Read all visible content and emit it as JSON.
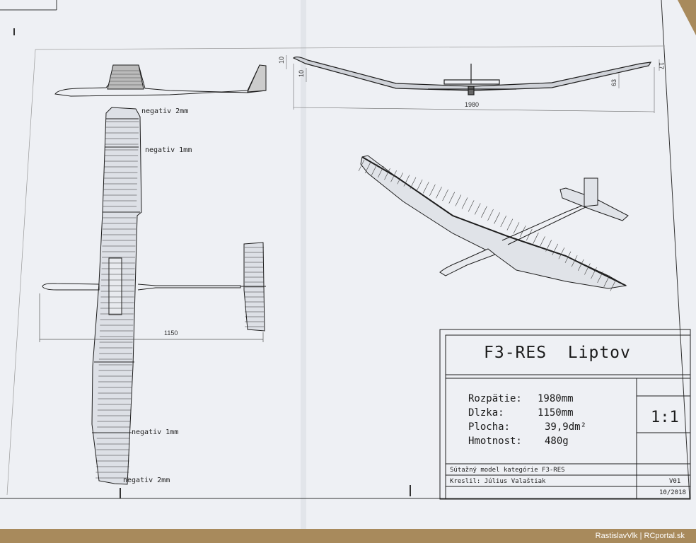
{
  "title_block": {
    "title_left": "F3-RES",
    "title_right": "Liptov",
    "specs": [
      {
        "label": "Rozpätie:",
        "value": "1980mm"
      },
      {
        "label": "Dlzka:",
        "value": "1150mm"
      },
      {
        "label": "Plocha:",
        "value": "39,9dm²"
      },
      {
        "label": "Hmotnost:",
        "value": "480g"
      }
    ],
    "scale": "1:1",
    "description": "Sútažný model kategórie F3-RES",
    "author": "Kreslil: Július Valaštiak",
    "version": "V01",
    "date": "10/2018"
  },
  "top_view": {
    "annotations": [
      "negativ 2mm",
      "negativ 1mm",
      "negativ 1mm",
      "negativ 2mm"
    ],
    "length_dim": "1150"
  },
  "front_view": {
    "span_dim": "1980",
    "dims": [
      "10",
      "10",
      "63",
      "17"
    ]
  },
  "watermark": "RastislavVlk | RCportal.sk",
  "colors": {
    "paper": "#eef0f4",
    "ink": "#1e1e1e",
    "background": "#a88a5c"
  }
}
